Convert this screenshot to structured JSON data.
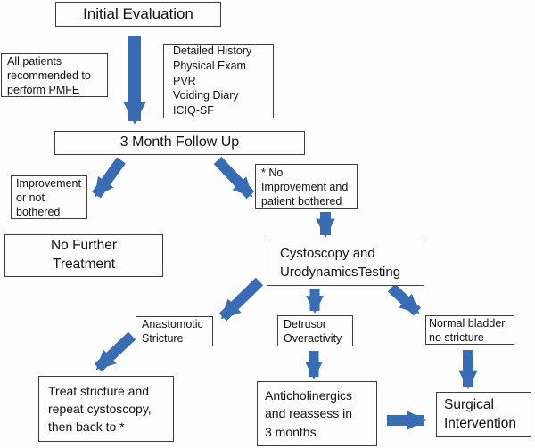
{
  "figure": {
    "title": "Post-treatment incontinence management flowchart",
    "colors": {
      "arrow": "#3a6cb4",
      "box_border": "#3d3d3d",
      "background": "#fdfdfd",
      "text": "#111111"
    },
    "nodes": {
      "initial_evaluation": "Initial Evaluation",
      "pmfe_note": "All patients\nrecommended to\nperform PMFE",
      "evaluation_details": "Detailed History\nPhysical Exam\nPVR\nVoiding Diary\nICIQ-SF",
      "follow_up": "3 Month Follow Up",
      "improvement": "Improvement\nor not\nbothered",
      "no_improvement": "* No\nImprovement and\npatient bothered",
      "no_further_treatment": "No Further\nTreatment",
      "cystoscopy": "Cystoscopy and\nUrodynamicsTesting",
      "anastomotic_stricture": "Anastomotic\nStricture",
      "detrusor_overactivity": "Detrusor\nOveractivity",
      "normal_bladder": "Normal bladder,\nno stricture",
      "treat_stricture": "Treat stricture and\nrepeat cystoscopy,\nthen back to *",
      "anticholinergics": "Anticholinergics\nand reassess in\n3 months",
      "surgical_intervention": "Surgical\nIntervention"
    }
  }
}
